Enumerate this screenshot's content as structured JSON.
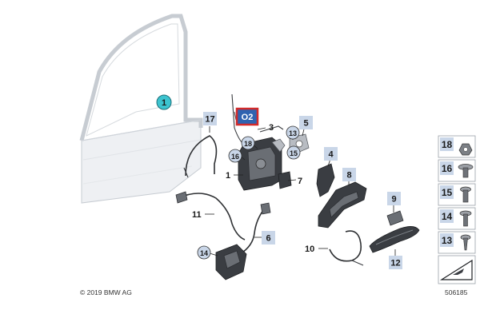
{
  "callouts": {
    "c1_door": "1",
    "c02": "O2",
    "c17": "17",
    "c3": "3",
    "c5": "5",
    "c13": "13",
    "c16": "16",
    "c18": "18",
    "c15": "15",
    "c1": "1",
    "c7": "7",
    "c4": "4",
    "c8": "8",
    "c9": "9",
    "c11": "11",
    "c6": "6",
    "c14": "14",
    "c10": "10",
    "c12": "12"
  },
  "sidebar": {
    "items": [
      {
        "label": "18",
        "icon": "nut-icon"
      },
      {
        "label": "16",
        "icon": "washer-bolt-icon"
      },
      {
        "label": "15",
        "icon": "bolt-icon"
      },
      {
        "label": "14",
        "icon": "flange-bolt-icon"
      },
      {
        "label": "13",
        "icon": "screw-icon"
      }
    ],
    "last_icon": "gasket-wedge-icon"
  },
  "footer": {
    "copyright": "© 2019 BMW AG",
    "diagram_id": "506185"
  },
  "colors": {
    "callout_fill": "#c9d6e8",
    "highlight_border": "#d22a2a",
    "highlight_fill": "#2f63b0",
    "teal_marker": "#3cc3cf"
  }
}
